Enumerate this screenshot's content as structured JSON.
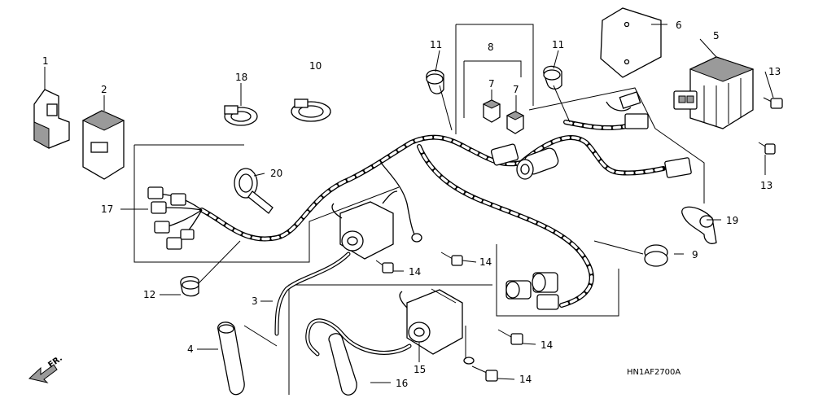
{
  "callouts": {
    "c1": "1",
    "c2": "2",
    "c3": "3",
    "c4": "4",
    "c5": "5",
    "c6": "6",
    "c7a": "7",
    "c7b": "7",
    "c8": "8",
    "c9": "9",
    "c10": "10",
    "c11a": "11",
    "c11b": "11",
    "c12": "12",
    "c13a": "13",
    "c13b": "13",
    "c14a": "14",
    "c14b": "14",
    "c14c": "14",
    "c14d": "14",
    "c15": "15",
    "c16": "16",
    "c17": "17",
    "c18": "18",
    "c19": "19",
    "c20": "20"
  },
  "diagram_code": "HN1AF2700A",
  "direction_label": "FR."
}
